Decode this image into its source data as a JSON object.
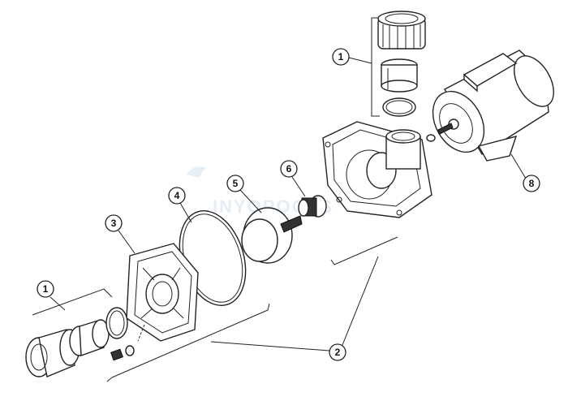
{
  "diagram": {
    "callouts": [
      {
        "id": "c1-top",
        "label": "1"
      },
      {
        "id": "c8",
        "label": "8"
      },
      {
        "id": "c6",
        "label": "6"
      },
      {
        "id": "c5",
        "label": "5"
      },
      {
        "id": "c4",
        "label": "4"
      },
      {
        "id": "c3",
        "label": "3"
      },
      {
        "id": "c1-bottom",
        "label": "1"
      },
      {
        "id": "c2",
        "label": "2"
      }
    ]
  },
  "watermark": {
    "text": "INYOPOOLS"
  },
  "colors": {
    "line": "#222222",
    "background": "#ffffff",
    "watermark": "#cfe0ee"
  }
}
